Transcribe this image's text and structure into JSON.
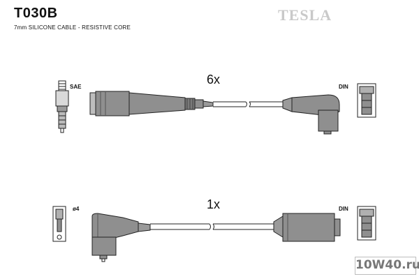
{
  "header": {
    "part_number": "T030B",
    "description": "7mm SILICONE CABLE - RESISTIVE CORE",
    "brand": "TESLA"
  },
  "lead_top": {
    "quantity": "6x",
    "left_terminal_label": "SAE",
    "right_terminal_label": "DIN"
  },
  "lead_bottom": {
    "quantity": "1x",
    "left_terminal_label": "ø4",
    "right_terminal_label": "DIN"
  },
  "watermark": {
    "text": "10W40.ru"
  },
  "colors": {
    "part_fill": "#8f8f8f",
    "part_dark": "#555555",
    "outline": "#222222",
    "brand": "#c9c9c9"
  }
}
